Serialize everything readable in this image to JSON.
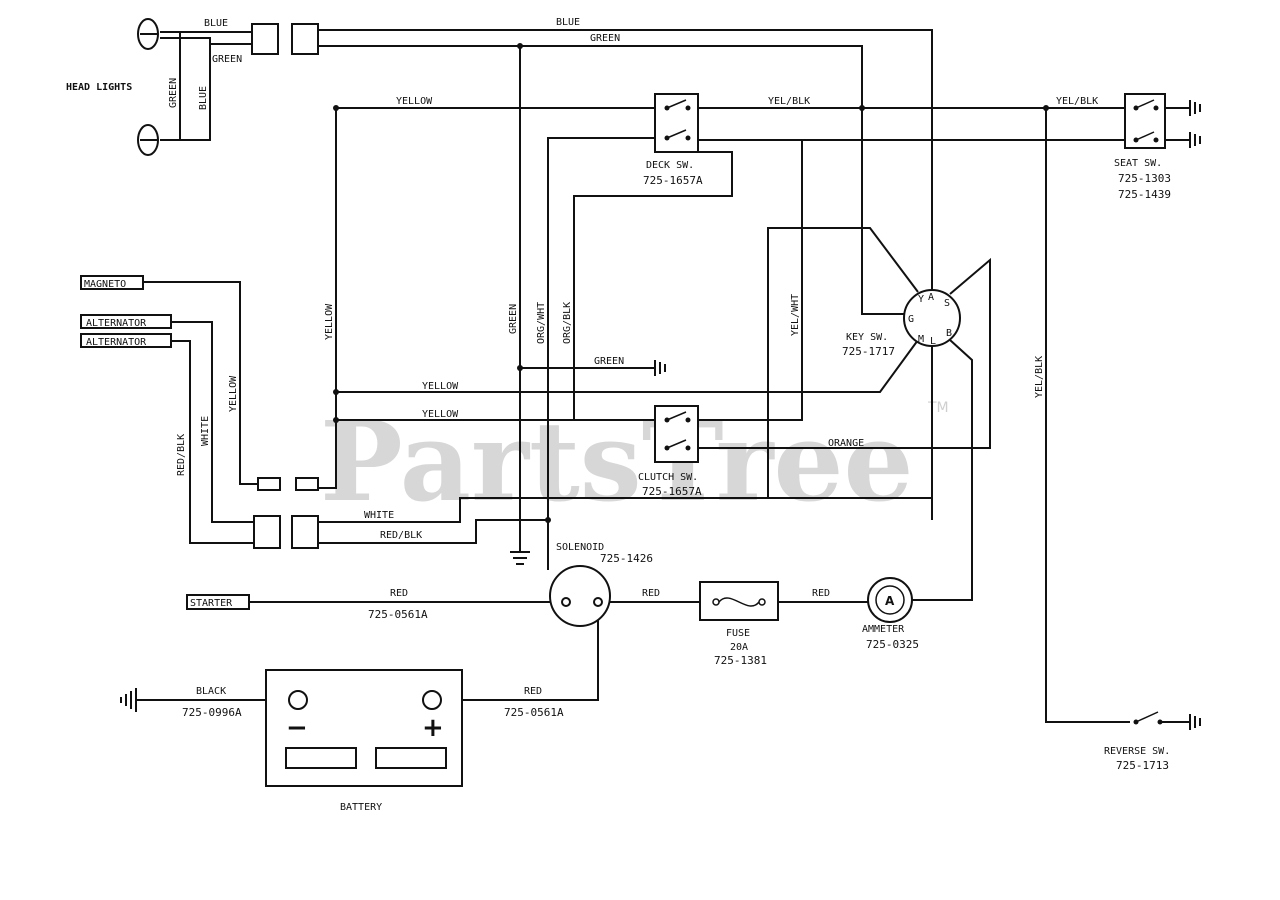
{
  "watermark": {
    "text": "PartsTree",
    "trademark": "TM"
  },
  "components": {
    "head_lights": "HEAD LIGHTS",
    "magneto": "MAGNETO",
    "alternator_1": "ALTERNATOR",
    "alternator_2": "ALTERNATOR",
    "starter": "STARTER",
    "deck_switch": {
      "name": "DECK SW.",
      "part": "725-1657A"
    },
    "clutch_switch": {
      "name": "CLUTCH SW.",
      "part": "725-1657A"
    },
    "seat_switch": {
      "name": "SEAT SW.",
      "parts": [
        "725-1303",
        "725-1439"
      ]
    },
    "key_switch": {
      "name": "KEY SW.",
      "part": "725-1717",
      "terminals": [
        "Y",
        "A",
        "S",
        "G",
        "M",
        "L",
        "B"
      ]
    },
    "solenoid": {
      "name": "SOLENOID",
      "part": "725-1426"
    },
    "fuse": {
      "name": "FUSE",
      "rating": "20A",
      "part": "725-1381"
    },
    "ammeter": {
      "name": "AMMETER",
      "part": "725-0325",
      "symbol": "A"
    },
    "reverse_switch": {
      "name": "REVERSE SW.",
      "part": "725-1713"
    },
    "battery": {
      "name": "BATTERY",
      "neg": "−",
      "pos": "+"
    }
  },
  "wires": {
    "blue_head": "BLUE",
    "green_head": "GREEN",
    "green_head_v": "GREEN",
    "blue_head_v": "BLUE",
    "blue_top": "BLUE",
    "green_top": "GREEN",
    "yellow_top": "YELLOW",
    "yelblk_top": "YEL/BLK",
    "yelblk_seat": "YEL/BLK",
    "yellow_v": "YELLOW",
    "green_v": "GREEN",
    "orgwht_v": "ORG/WHT",
    "orgblk_v": "ORG/BLK",
    "green_gnd": "GREEN",
    "yelwht_v": "YEL/WHT",
    "yelblk_v": "YEL/BLK",
    "yellow_mid1": "YELLOW",
    "yellow_mid2": "YELLOW",
    "orange": "ORANGE",
    "yellow_alt": "YELLOW",
    "white_alt": "WHITE",
    "redblk_alt": "RED/BLK",
    "white_h": "WHITE",
    "redblk_h": "RED/BLK",
    "red_starter": "RED",
    "red_starter_part": "725-0561A",
    "red_fuse": "RED",
    "red_amm": "RED",
    "black_batt": "BLACK",
    "black_batt_part": "725-0996A",
    "red_batt": "RED",
    "red_batt_part": "725-0561A"
  }
}
